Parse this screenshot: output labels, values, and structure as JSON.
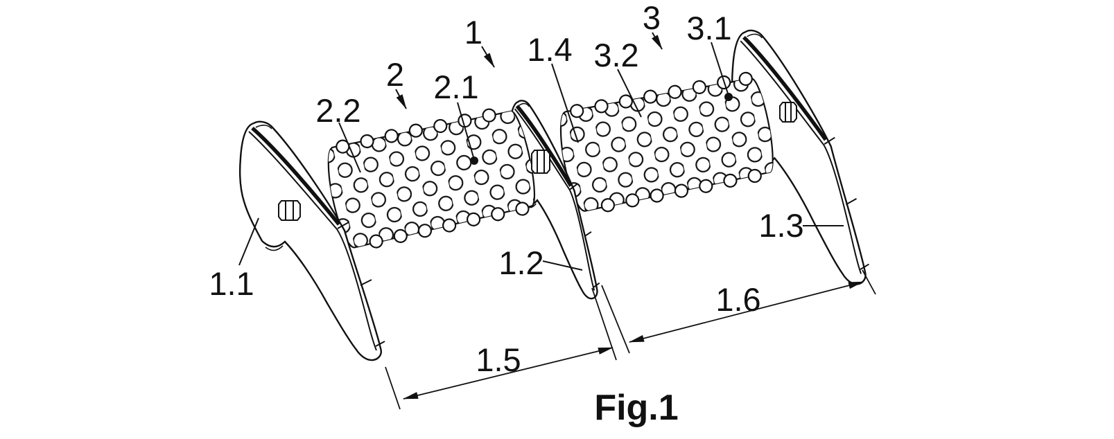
{
  "figure": {
    "caption": "Fig.1",
    "labels": {
      "l1": "1",
      "l1_1": "1.1",
      "l1_2": "1.2",
      "l1_3": "1.3",
      "l1_4": "1.4",
      "l1_5": "1.5",
      "l1_6": "1.6",
      "l2": "2",
      "l2_1": "2.1",
      "l2_2": "2.2",
      "l3": "3",
      "l3_1": "3.1",
      "l3_2": "3.2"
    },
    "colors": {
      "line": "#111111",
      "background": "#ffffff"
    }
  }
}
